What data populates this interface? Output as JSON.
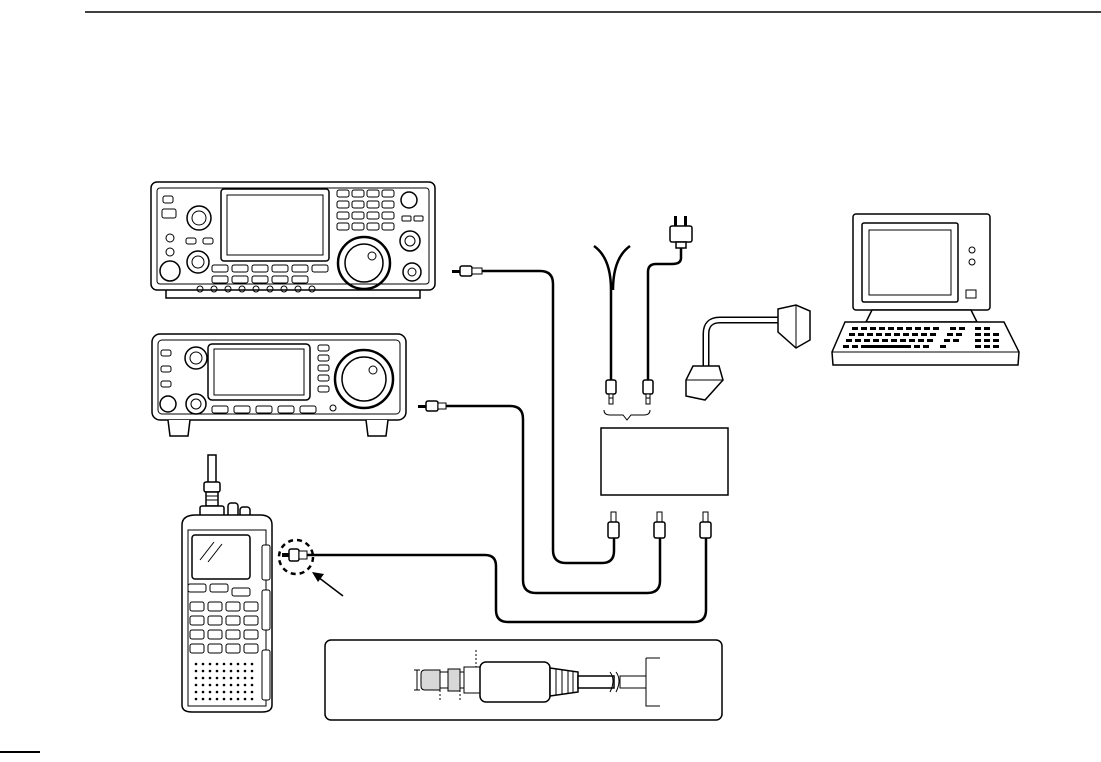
{
  "diagram": {
    "nodes": [
      {
        "id": "hf-transceiver",
        "kind": "base-station-transceiver"
      },
      {
        "id": "vhf-transceiver",
        "kind": "mobile-transceiver"
      },
      {
        "id": "handheld-receiver",
        "kind": "handheld-transceiver"
      },
      {
        "id": "interface-box",
        "kind": "interface-unit"
      },
      {
        "id": "antenna",
        "kind": "antenna"
      },
      {
        "id": "ac-adapter",
        "kind": "power-adapter"
      },
      {
        "id": "personal-computer",
        "kind": "computer"
      },
      {
        "id": "db-connector",
        "kind": "serial-connector"
      }
    ],
    "edges": [
      {
        "from": "hf-transceiver",
        "to": "interface-box"
      },
      {
        "from": "vhf-transceiver",
        "to": "interface-box"
      },
      {
        "from": "handheld-receiver",
        "to": "interface-box"
      },
      {
        "from": "antenna",
        "to": "interface-box"
      },
      {
        "from": "ac-adapter",
        "to": "interface-box"
      },
      {
        "from": "db-connector",
        "to": "personal-computer"
      }
    ],
    "callouts": [
      {
        "target": "handheld-jack",
        "style": "dashed-circle-with-arrow"
      }
    ],
    "inset": {
      "subject": "plug-detail"
    }
  }
}
